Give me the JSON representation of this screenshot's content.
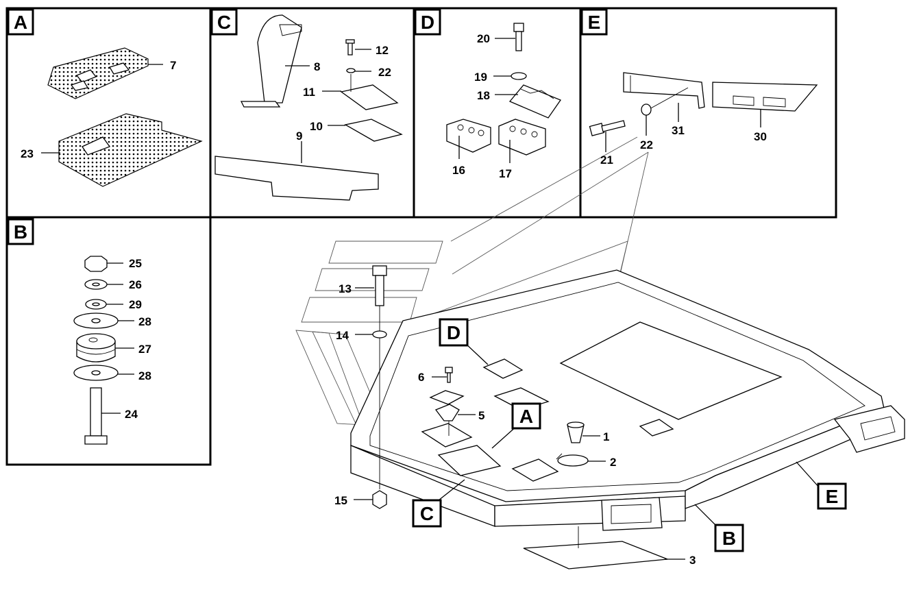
{
  "sections": [
    "A",
    "B",
    "C",
    "D",
    "E"
  ],
  "callouts": {
    "A": "A",
    "B": "B",
    "C": "C",
    "D": "D",
    "E": "E"
  },
  "parts": {
    "p1": "1",
    "p2": "2",
    "p3": "3",
    "p5": "5",
    "p6": "6",
    "p7": "7",
    "p8": "8",
    "p9": "9",
    "p10": "10",
    "p11": "11",
    "p12": "12",
    "p13": "13",
    "p14": "14",
    "p15": "15",
    "p16": "16",
    "p17": "17",
    "p18": "18",
    "p19": "19",
    "p20": "20",
    "p21": "21",
    "p22a": "22",
    "p22b": "22",
    "p23": "23",
    "p24": "24",
    "p25": "25",
    "p26": "26",
    "p27": "27",
    "p28a": "28",
    "p28b": "28",
    "p29": "29",
    "p30": "30",
    "p31": "31"
  }
}
